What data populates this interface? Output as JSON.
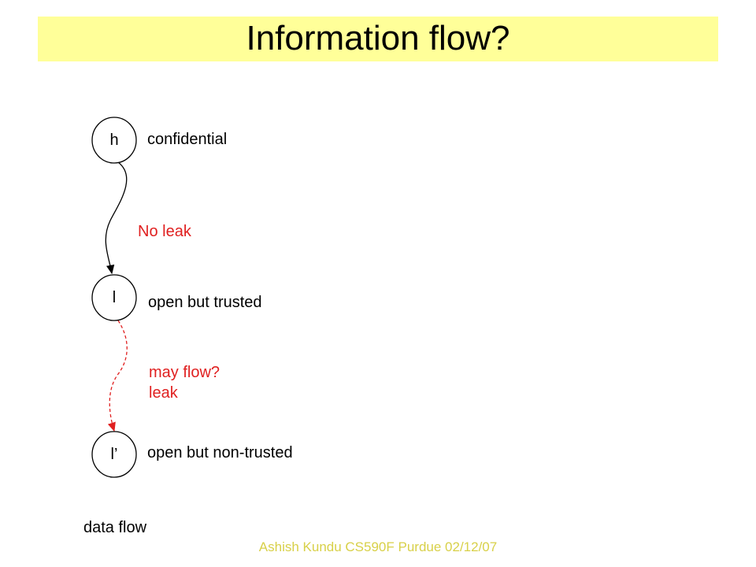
{
  "title": "Information flow?",
  "nodes": {
    "h": {
      "letter": "h",
      "label": "confidential"
    },
    "l": {
      "letter": "l",
      "label": "open but trusted"
    },
    "lprime": {
      "letter": "l’",
      "label": "open but non-trusted"
    }
  },
  "edges": {
    "h_to_l": {
      "label": "No leak"
    },
    "l_to_lprime": {
      "label_line1": "may flow?",
      "label_line2": "leak"
    }
  },
  "legend": {
    "data_flow": "data flow"
  },
  "footer": "Ashish Kundu CS590F Purdue 02/12/07",
  "colors": {
    "title_background": "#ffff99",
    "leak_red": "#e02020",
    "footer_text": "#d8d048"
  }
}
